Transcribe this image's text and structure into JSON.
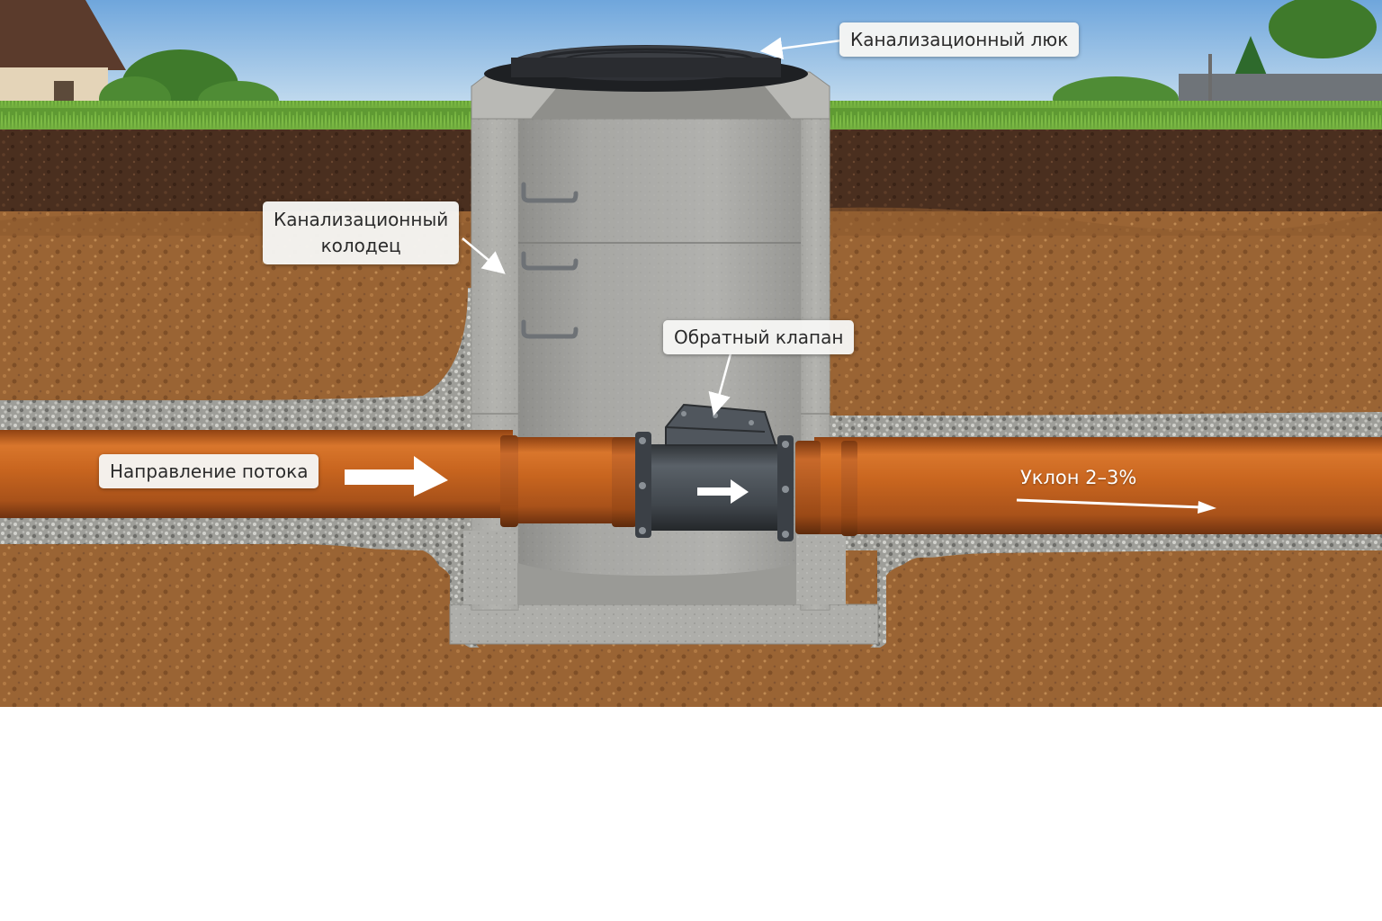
{
  "labels": {
    "manhole_cover": "Канализационный люк",
    "sewer_well_line1": "Канализационный",
    "sewer_well_line2": "колодец",
    "check_valve": "Обратный клапан",
    "flow_direction": "Направление потока",
    "slope": "Уклон 2–3%"
  },
  "icons": {
    "flow_arrow": "arrow-right-icon",
    "valve_arrow": "arrow-right-icon",
    "slope_arrow": "long-arrow-right-icon"
  },
  "colors": {
    "sky_top": "#6fa6dc",
    "sky_bottom": "#cfe3f1",
    "grass": "#5f9a33",
    "topsoil": "#4a2f1f",
    "subsoil": "#9a6434",
    "gravel": "#a9a9a4",
    "concrete": "#a8a8a4",
    "pipe": "#c2621d",
    "valve": "#4a4f55",
    "cover": "#2f3136"
  }
}
